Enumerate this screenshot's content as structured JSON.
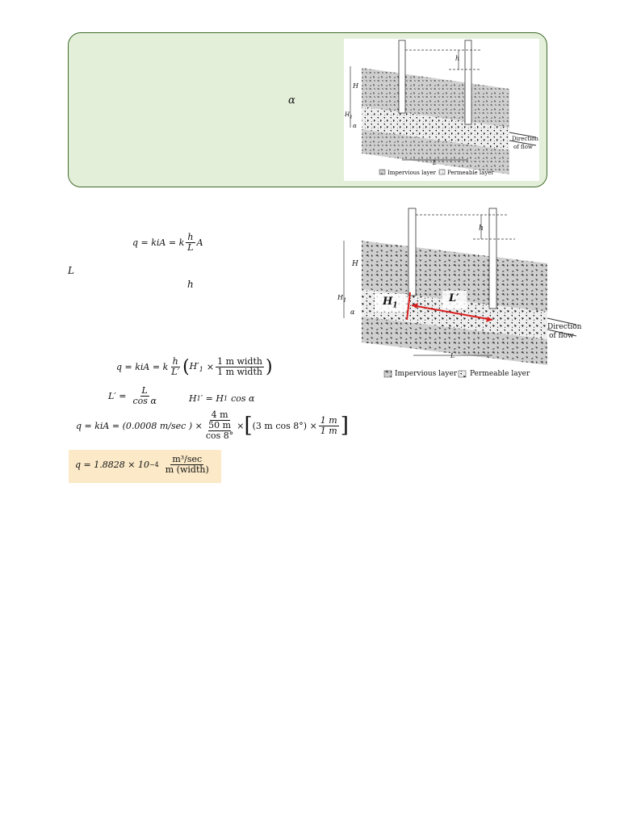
{
  "problem": {
    "alpha_symbol": "α"
  },
  "figure_small": {
    "label_h": "h",
    "label_H": "H",
    "label_H1": "H",
    "label_H1_sub": "1",
    "label_alpha": "α",
    "label_L": "L",
    "label_direction": "Direction",
    "label_of_flow": "of flow",
    "legend_impervious": "Impervious layer",
    "legend_permeable": "Permeable layer"
  },
  "figure_large": {
    "label_h": "h",
    "label_H": "H",
    "label_H1": "H",
    "label_H1_sub": "1",
    "label_alpha": "α",
    "label_L": "L",
    "label_H1_prime": "H",
    "label_H1_prime_sub": "1",
    "label_L_prime": "L′",
    "label_direction": "Direction",
    "label_of_flow": "of flow",
    "legend_impervious": "Impervious layer",
    "legend_permeable": "Permeable layer"
  },
  "solution": {
    "eq1_lhs": "q =  kiA = k",
    "eq1_num": "h",
    "eq1_den": "L",
    "eq1_tail": "A",
    "var_L": "L",
    "var_h": "h",
    "eq2_lhs": "q =  kiA = k",
    "eq2_num": "h",
    "eq2_den": "L′",
    "eq2_H1": "H′",
    "eq2_H1_sub": "1",
    "eq2_times": "×",
    "eq2_width_num": "1 m width",
    "eq2_width_den": "1 m width",
    "eq3a_lhs": "L′ =",
    "eq3a_num": "L",
    "eq3a_den": "cos α",
    "eq3b": "H",
    "eq3b_sub": "1",
    "eq3b_tail": "′ = H",
    "eq3b_sub2": "1",
    "eq3b_end": "cos α",
    "eq4_lhs": "q = kiA = (0.0008 m/sec ) ×",
    "eq4_num": "4 m",
    "eq4_den_num": "50 m",
    "eq4_den_den": "cos 8°",
    "eq4_times": "×",
    "eq4_inner": "(3 m cos 8°) ×",
    "eq4_unit_num": "1 m",
    "eq4_unit_den": "1 m",
    "result_lhs": "q =  1.8828 × 10",
    "result_exp": "−4",
    "result_num": "m³/sec",
    "result_den": "m (width)"
  }
}
